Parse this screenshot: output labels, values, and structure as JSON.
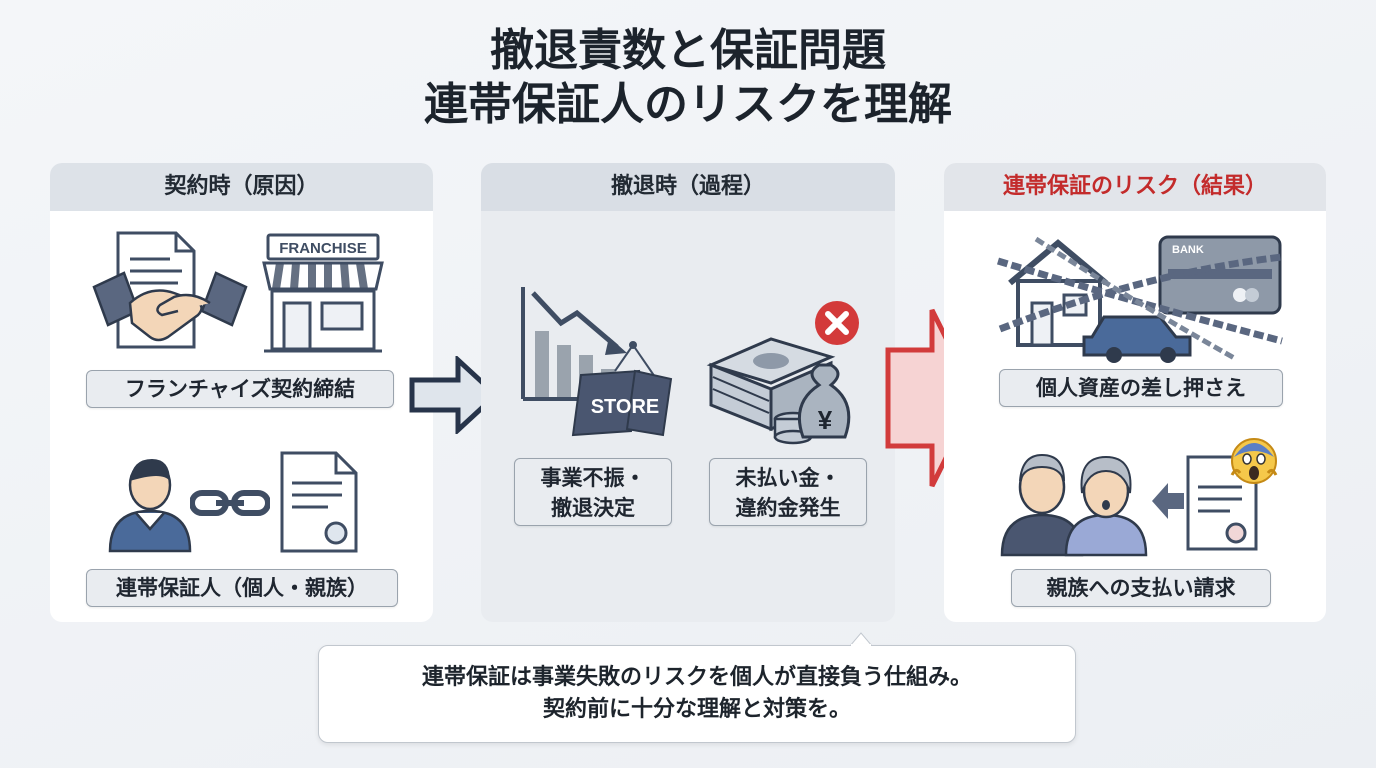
{
  "title": {
    "line1": "撤退責数と保証問題",
    "line2": "連帯保証人のリスクを理解"
  },
  "panels": {
    "cause": {
      "header": "契約時（原因）",
      "franchise_sign": "FRANCHISE",
      "label_contract": "フランチャイズ契約締結",
      "label_guarantor": "連帯保証人（個人・親族）"
    },
    "process": {
      "header": "撤退時（過程）",
      "store_sign": "STORE",
      "label_decline_1": "事業不振・",
      "label_decline_2": "撤退決定",
      "label_unpaid_1": "未払い金・",
      "label_unpaid_2": "違約金発生",
      "yen_symbol": "¥"
    },
    "result": {
      "header": "連帯保証のリスク（結果）",
      "bank_card": "BANK",
      "label_seizure": "個人資産の差し押さえ",
      "label_claim": "親族への支払い請求"
    }
  },
  "note": {
    "line1": "連帯保証は事業失敗のリスクを個人が直接負う仕組み。",
    "line2": "契約前に十分な理解と対策を。"
  },
  "colors": {
    "accent_red": "#c32b2b",
    "navy": "#3f4d63",
    "arrow_red_fill": "#f6d3d3"
  }
}
